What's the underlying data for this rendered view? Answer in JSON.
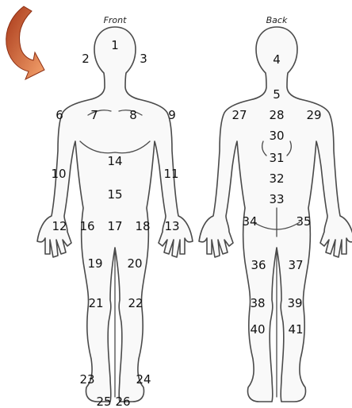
{
  "views": {
    "front": {
      "label": "Front"
    },
    "back": {
      "label": "Back"
    }
  },
  "regions": [
    {
      "num": "1",
      "view": "front"
    },
    {
      "num": "2",
      "view": "front"
    },
    {
      "num": "3",
      "view": "front"
    },
    {
      "num": "4",
      "view": "back"
    },
    {
      "num": "5",
      "view": "back"
    },
    {
      "num": "6",
      "view": "front"
    },
    {
      "num": "7",
      "view": "front"
    },
    {
      "num": "8",
      "view": "front"
    },
    {
      "num": "9",
      "view": "front"
    },
    {
      "num": "10",
      "view": "front"
    },
    {
      "num": "11",
      "view": "front"
    },
    {
      "num": "12",
      "view": "front"
    },
    {
      "num": "13",
      "view": "front"
    },
    {
      "num": "14",
      "view": "front"
    },
    {
      "num": "15",
      "view": "front"
    },
    {
      "num": "16",
      "view": "front"
    },
    {
      "num": "17",
      "view": "front"
    },
    {
      "num": "18",
      "view": "front"
    },
    {
      "num": "19",
      "view": "front"
    },
    {
      "num": "20",
      "view": "front"
    },
    {
      "num": "21",
      "view": "front"
    },
    {
      "num": "22",
      "view": "front"
    },
    {
      "num": "23",
      "view": "front"
    },
    {
      "num": "24",
      "view": "front"
    },
    {
      "num": "25",
      "view": "front"
    },
    {
      "num": "26",
      "view": "front"
    },
    {
      "num": "27",
      "view": "back"
    },
    {
      "num": "28",
      "view": "back"
    },
    {
      "num": "29",
      "view": "back"
    },
    {
      "num": "30",
      "view": "back"
    },
    {
      "num": "31",
      "view": "back"
    },
    {
      "num": "32",
      "view": "back"
    },
    {
      "num": "33",
      "view": "back"
    },
    {
      "num": "34",
      "view": "back"
    },
    {
      "num": "35",
      "view": "back"
    },
    {
      "num": "36",
      "view": "back"
    },
    {
      "num": "37",
      "view": "back"
    },
    {
      "num": "38",
      "view": "back"
    },
    {
      "num": "39",
      "view": "back"
    },
    {
      "num": "40",
      "view": "back"
    },
    {
      "num": "41",
      "view": "back"
    }
  ],
  "flip_control": {
    "icon": "curved-arrow-icon",
    "colors": [
      "#b8411b",
      "#f3a06b"
    ]
  },
  "colors": {
    "outline": "#4a4a4a",
    "body_fill": "#f9f9f9"
  }
}
